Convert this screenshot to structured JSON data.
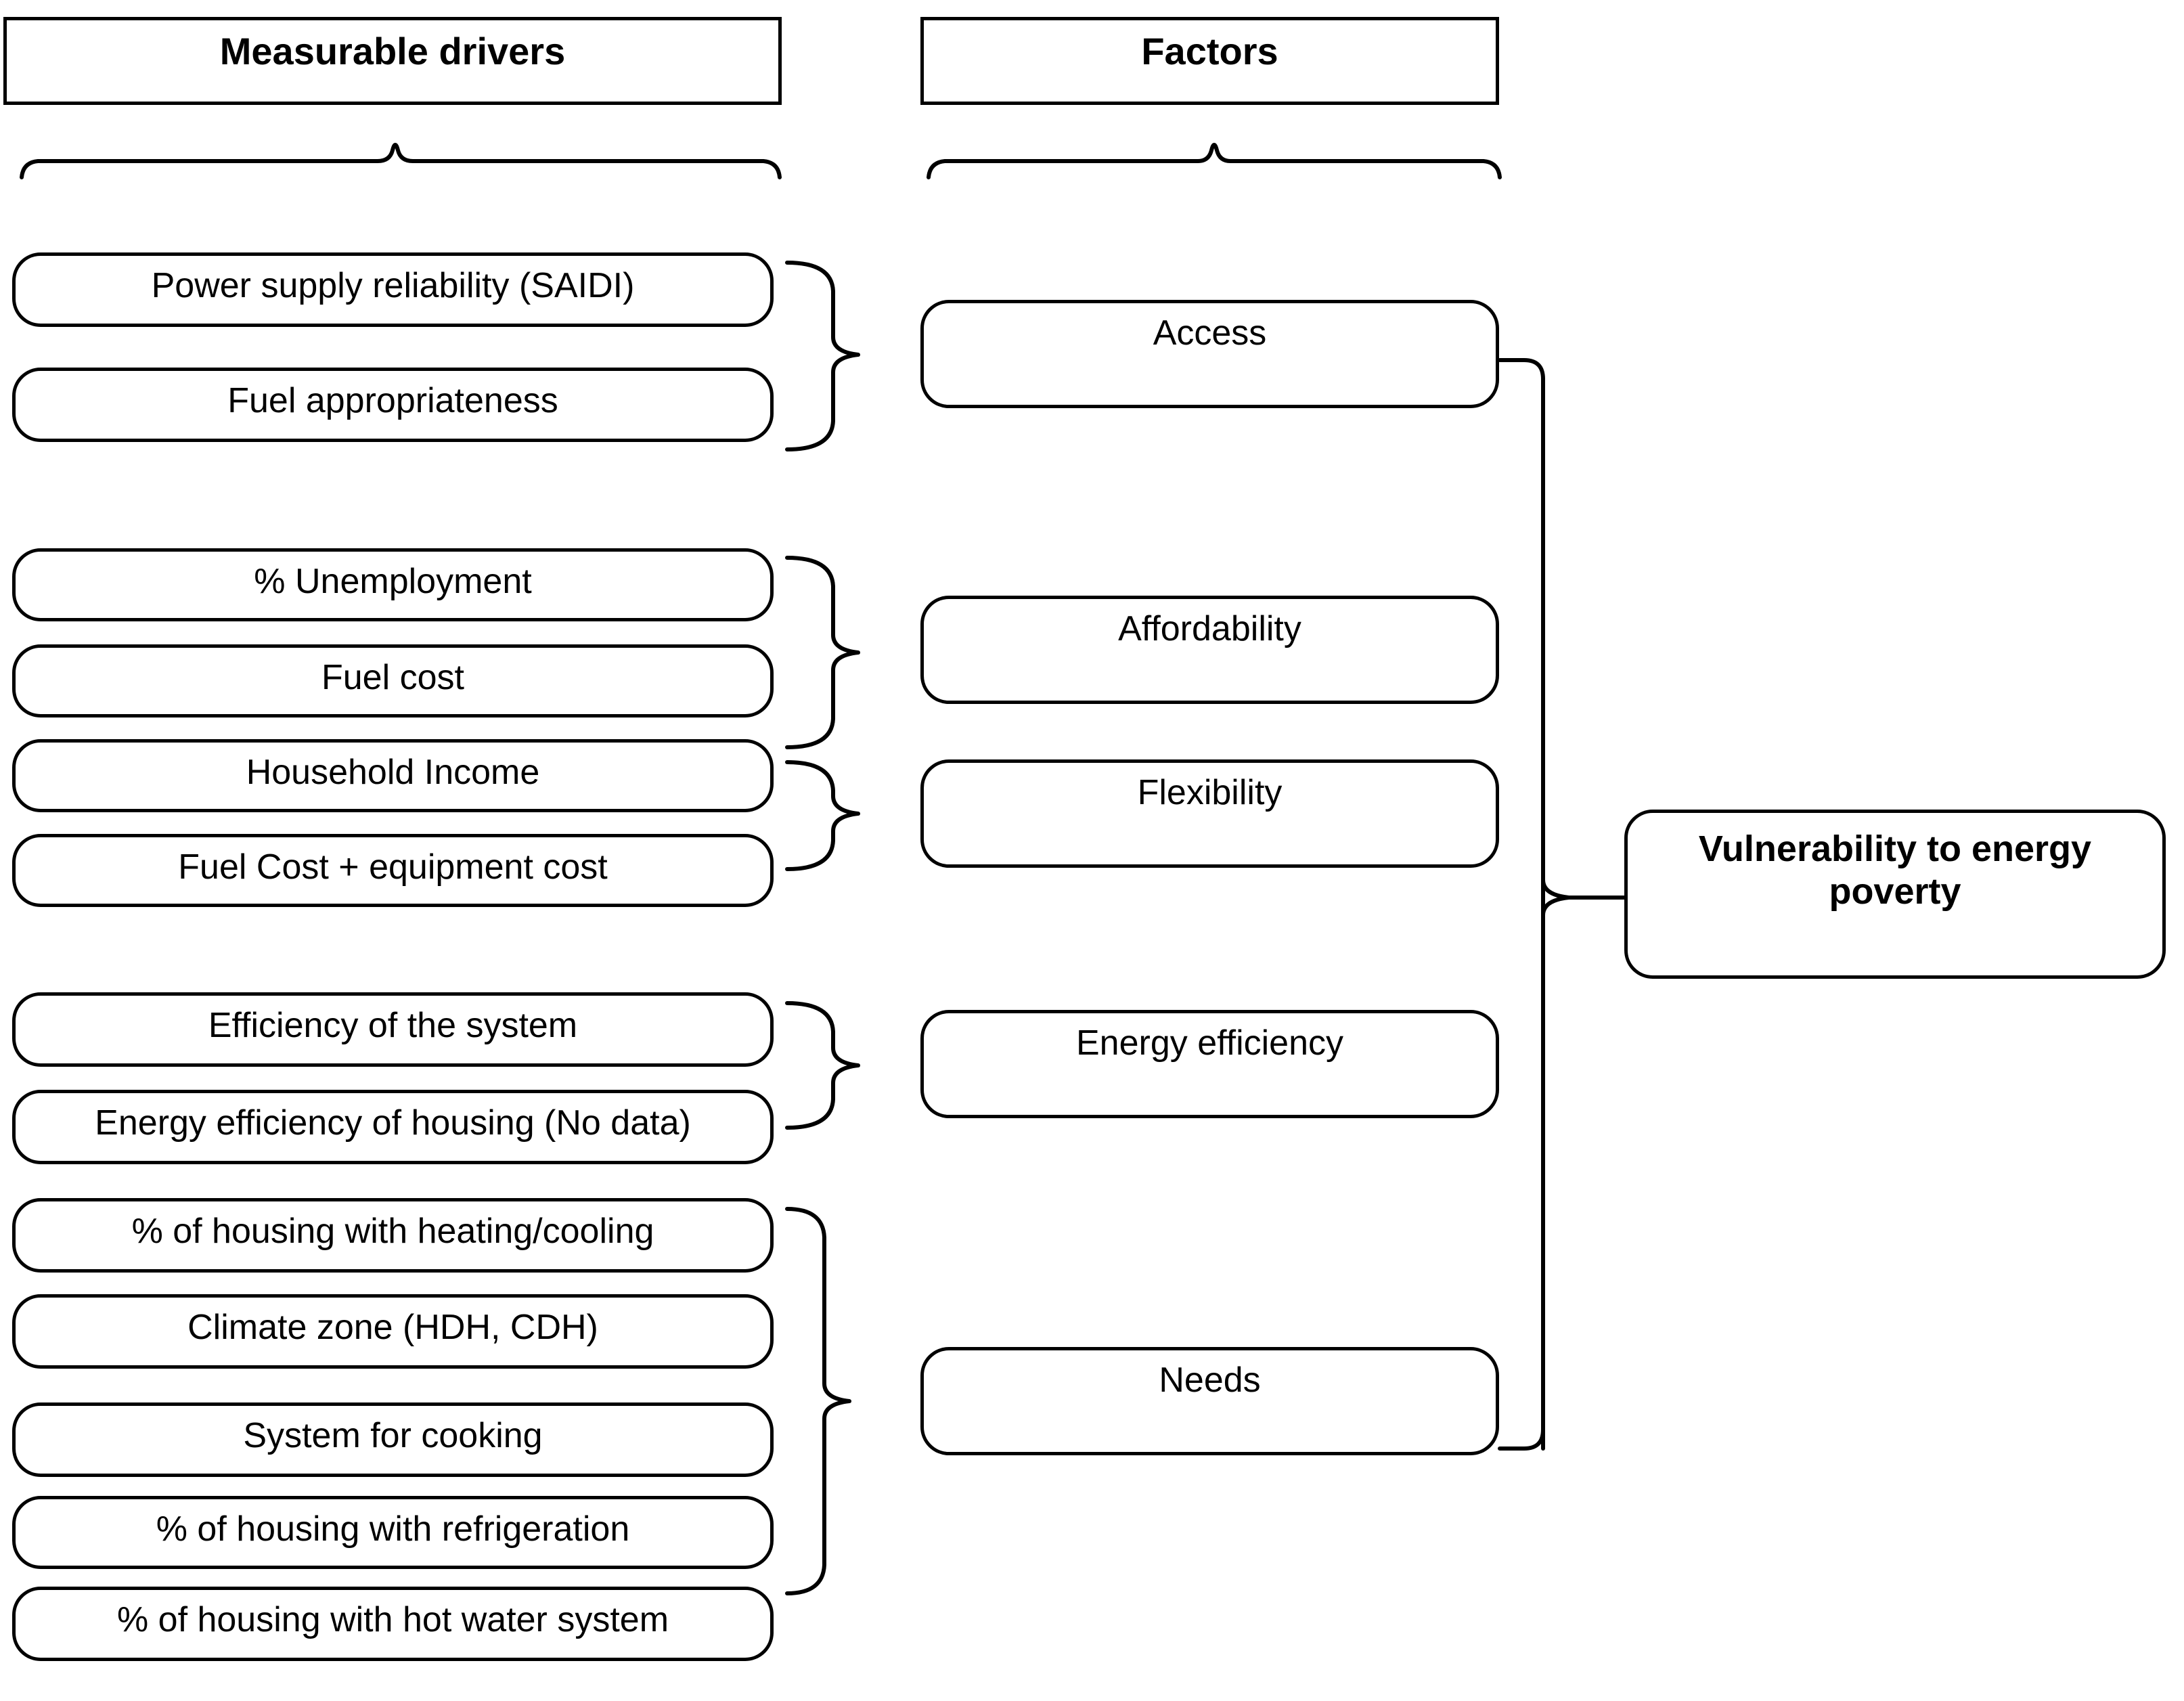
{
  "diagram": {
    "title_columns": [
      {
        "id": "measurable-drivers",
        "label": "Measurable drivers"
      },
      {
        "id": "factors",
        "label": "Factors"
      }
    ],
    "drivers": [
      {
        "id": "power-supply-reliability",
        "label": "Power supply reliability (SAIDI)",
        "group": "access"
      },
      {
        "id": "fuel-appropriateness",
        "label": "Fuel appropriateness",
        "group": "access"
      },
      {
        "id": "unemployment",
        "label": "% Unemployment",
        "group": "affordability"
      },
      {
        "id": "fuel-cost",
        "label": "Fuel cost",
        "group": "affordability"
      },
      {
        "id": "household-income",
        "label": "Household Income",
        "group": "affordability-flexibility"
      },
      {
        "id": "fuel-cost-equipment-cost",
        "label": "Fuel Cost + equipment cost",
        "group": "flexibility"
      },
      {
        "id": "efficiency-of-the-system",
        "label": "Efficiency of the system",
        "group": "energy-efficiency"
      },
      {
        "id": "energy-efficiency-of-housing",
        "label": "Energy efficiency of housing (No data)",
        "group": "energy-efficiency"
      },
      {
        "id": "housing-with-heating-cooling",
        "label": "% of housing with heating/cooling",
        "group": "needs"
      },
      {
        "id": "climate-zone",
        "label": "Climate zone (HDH, CDH)",
        "group": "needs"
      },
      {
        "id": "system-for-cooking",
        "label": "System for cooking",
        "group": "needs"
      },
      {
        "id": "housing-with-refrigeration",
        "label": "% of housing with refrigeration",
        "group": "needs"
      },
      {
        "id": "housing-with-hot-water-system",
        "label": "% of housing with hot water system",
        "group": "needs"
      }
    ],
    "factors": [
      {
        "id": "access",
        "label": "Access"
      },
      {
        "id": "affordability",
        "label": "Affordability"
      },
      {
        "id": "flexibility",
        "label": "Flexibility"
      },
      {
        "id": "energy-efficiency",
        "label": "Energy efficiency"
      },
      {
        "id": "needs",
        "label": "Needs"
      }
    ],
    "outcome": {
      "id": "vulnerability-to-energy-poverty",
      "label": "Vulnerability to energy poverty"
    },
    "colors": {
      "stroke": "#000000",
      "background": "#ffffff",
      "text": "#000000"
    }
  }
}
